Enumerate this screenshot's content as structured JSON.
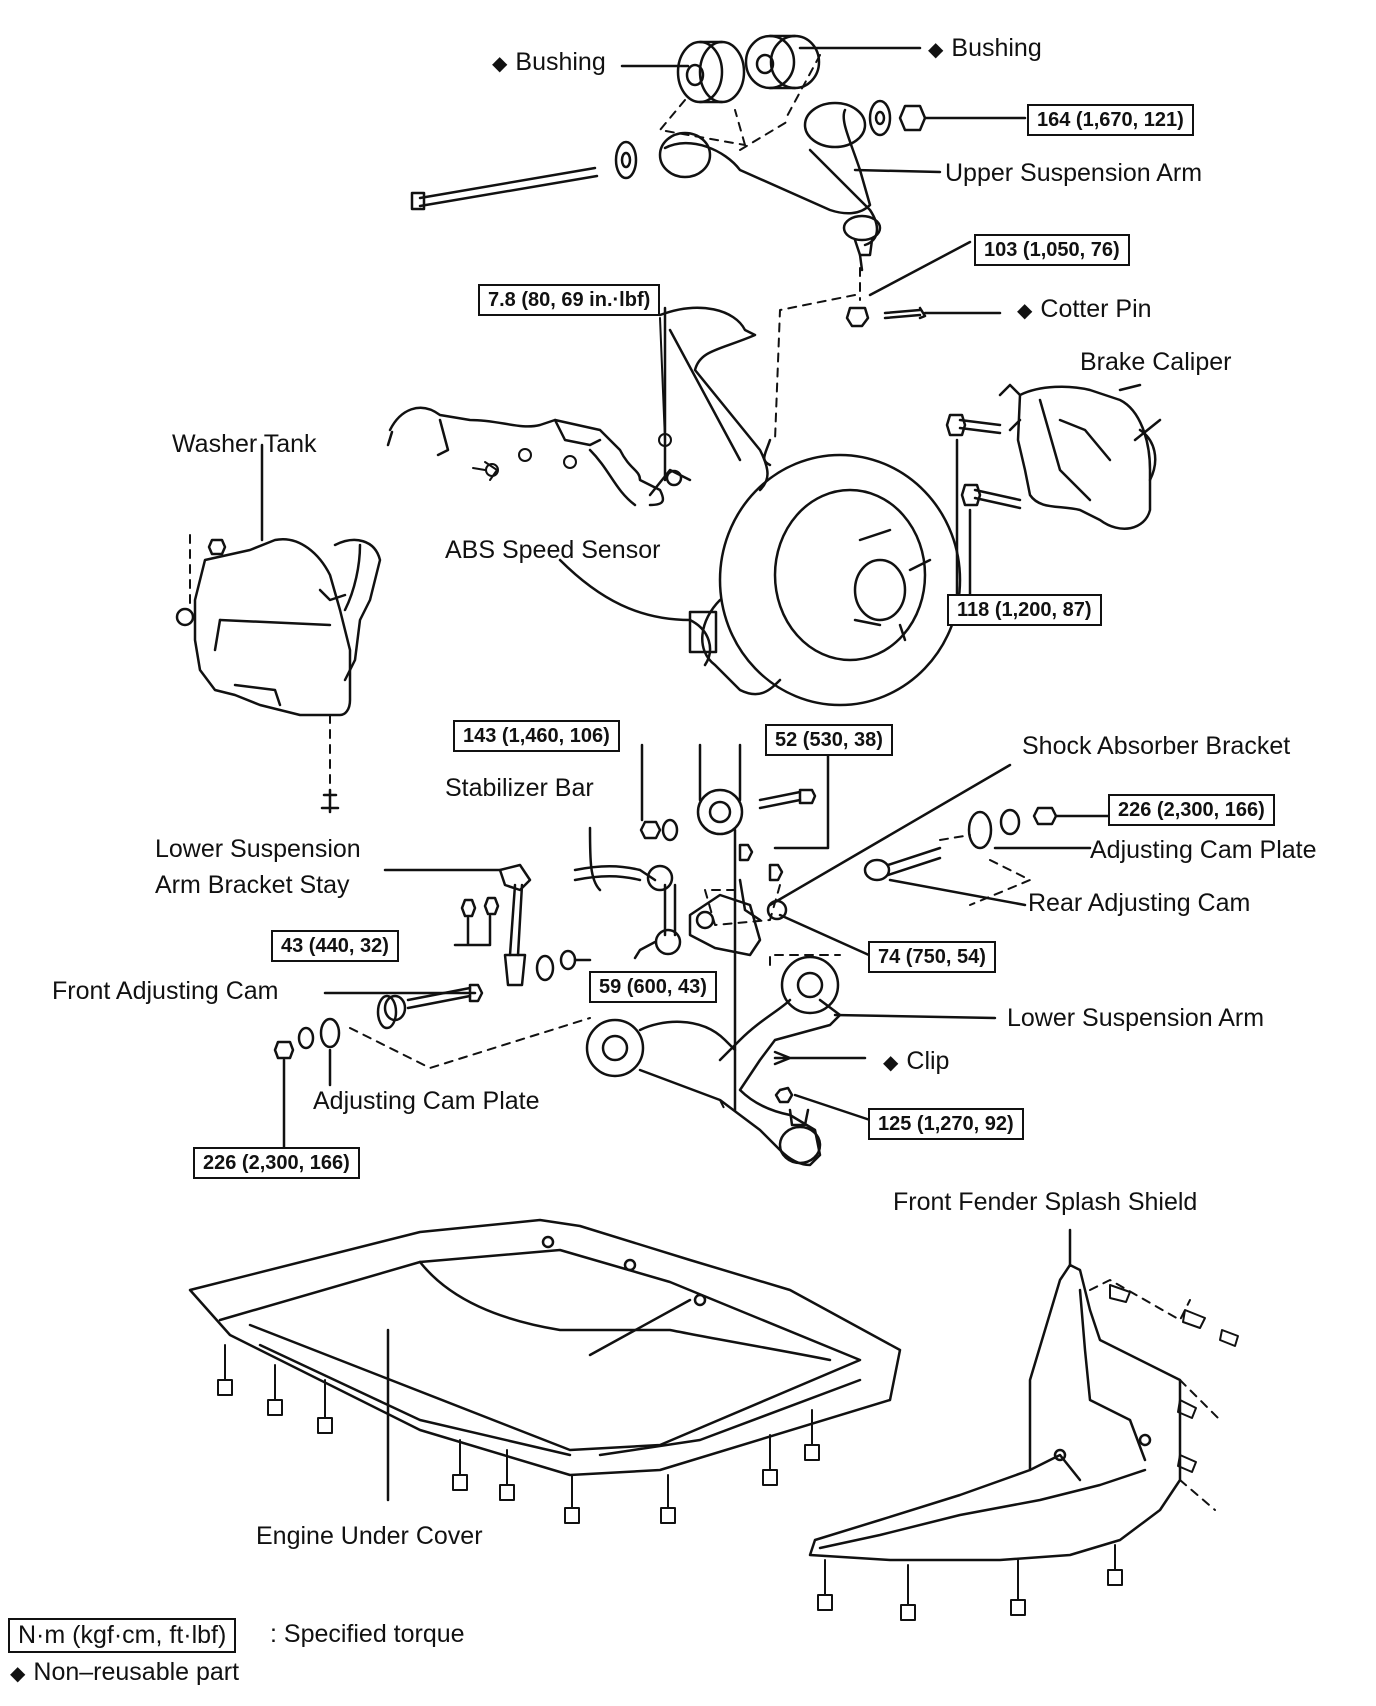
{
  "labels": {
    "bushing_left": "Bushing",
    "bushing_right": "Bushing",
    "upper_arm": "Upper Suspension Arm",
    "cotter_pin": "Cotter Pin",
    "brake_caliper": "Brake Caliper",
    "washer_tank": "Washer Tank",
    "abs_sensor": "ABS Speed Sensor",
    "shock_bracket": "Shock Absorber Bracket",
    "stabilizer_bar": "Stabilizer Bar",
    "lower_stay_line1": "Lower Suspension",
    "lower_stay_line2": "Arm Bracket Stay",
    "adj_cam_plate_right": "Adjusting Cam Plate",
    "rear_adj_cam": "Rear Adjusting Cam",
    "front_adj_cam": "Front Adjusting Cam",
    "lower_arm": "Lower Suspension Arm",
    "clip": "Clip",
    "adj_cam_plate_left": "Adjusting Cam Plate",
    "splash_shield": "Front Fender Splash Shield",
    "engine_cover": "Engine Under Cover"
  },
  "torques": {
    "t164": "164 (1,670, 121)",
    "t103": "103 (1,050, 76)",
    "t78": "7.8 (80, 69 in.·lbf)",
    "t118": "118 (1,200, 87)",
    "t143": "143 (1,460, 106)",
    "t52": "52 (530, 38)",
    "t226r": "226 (2,300, 166)",
    "t43": "43 (440, 32)",
    "t74": "74 (750, 54)",
    "t59": "59 (600, 43)",
    "t125": "125 (1,270, 92)",
    "t226l": "226 (2,300, 166)"
  },
  "legend": {
    "unit_box": "N·m (kgf·cm, ft·lbf)",
    "unit_text": ": Specified torque",
    "nonreusable": "Non–reusable part",
    "diamond": "◆"
  }
}
